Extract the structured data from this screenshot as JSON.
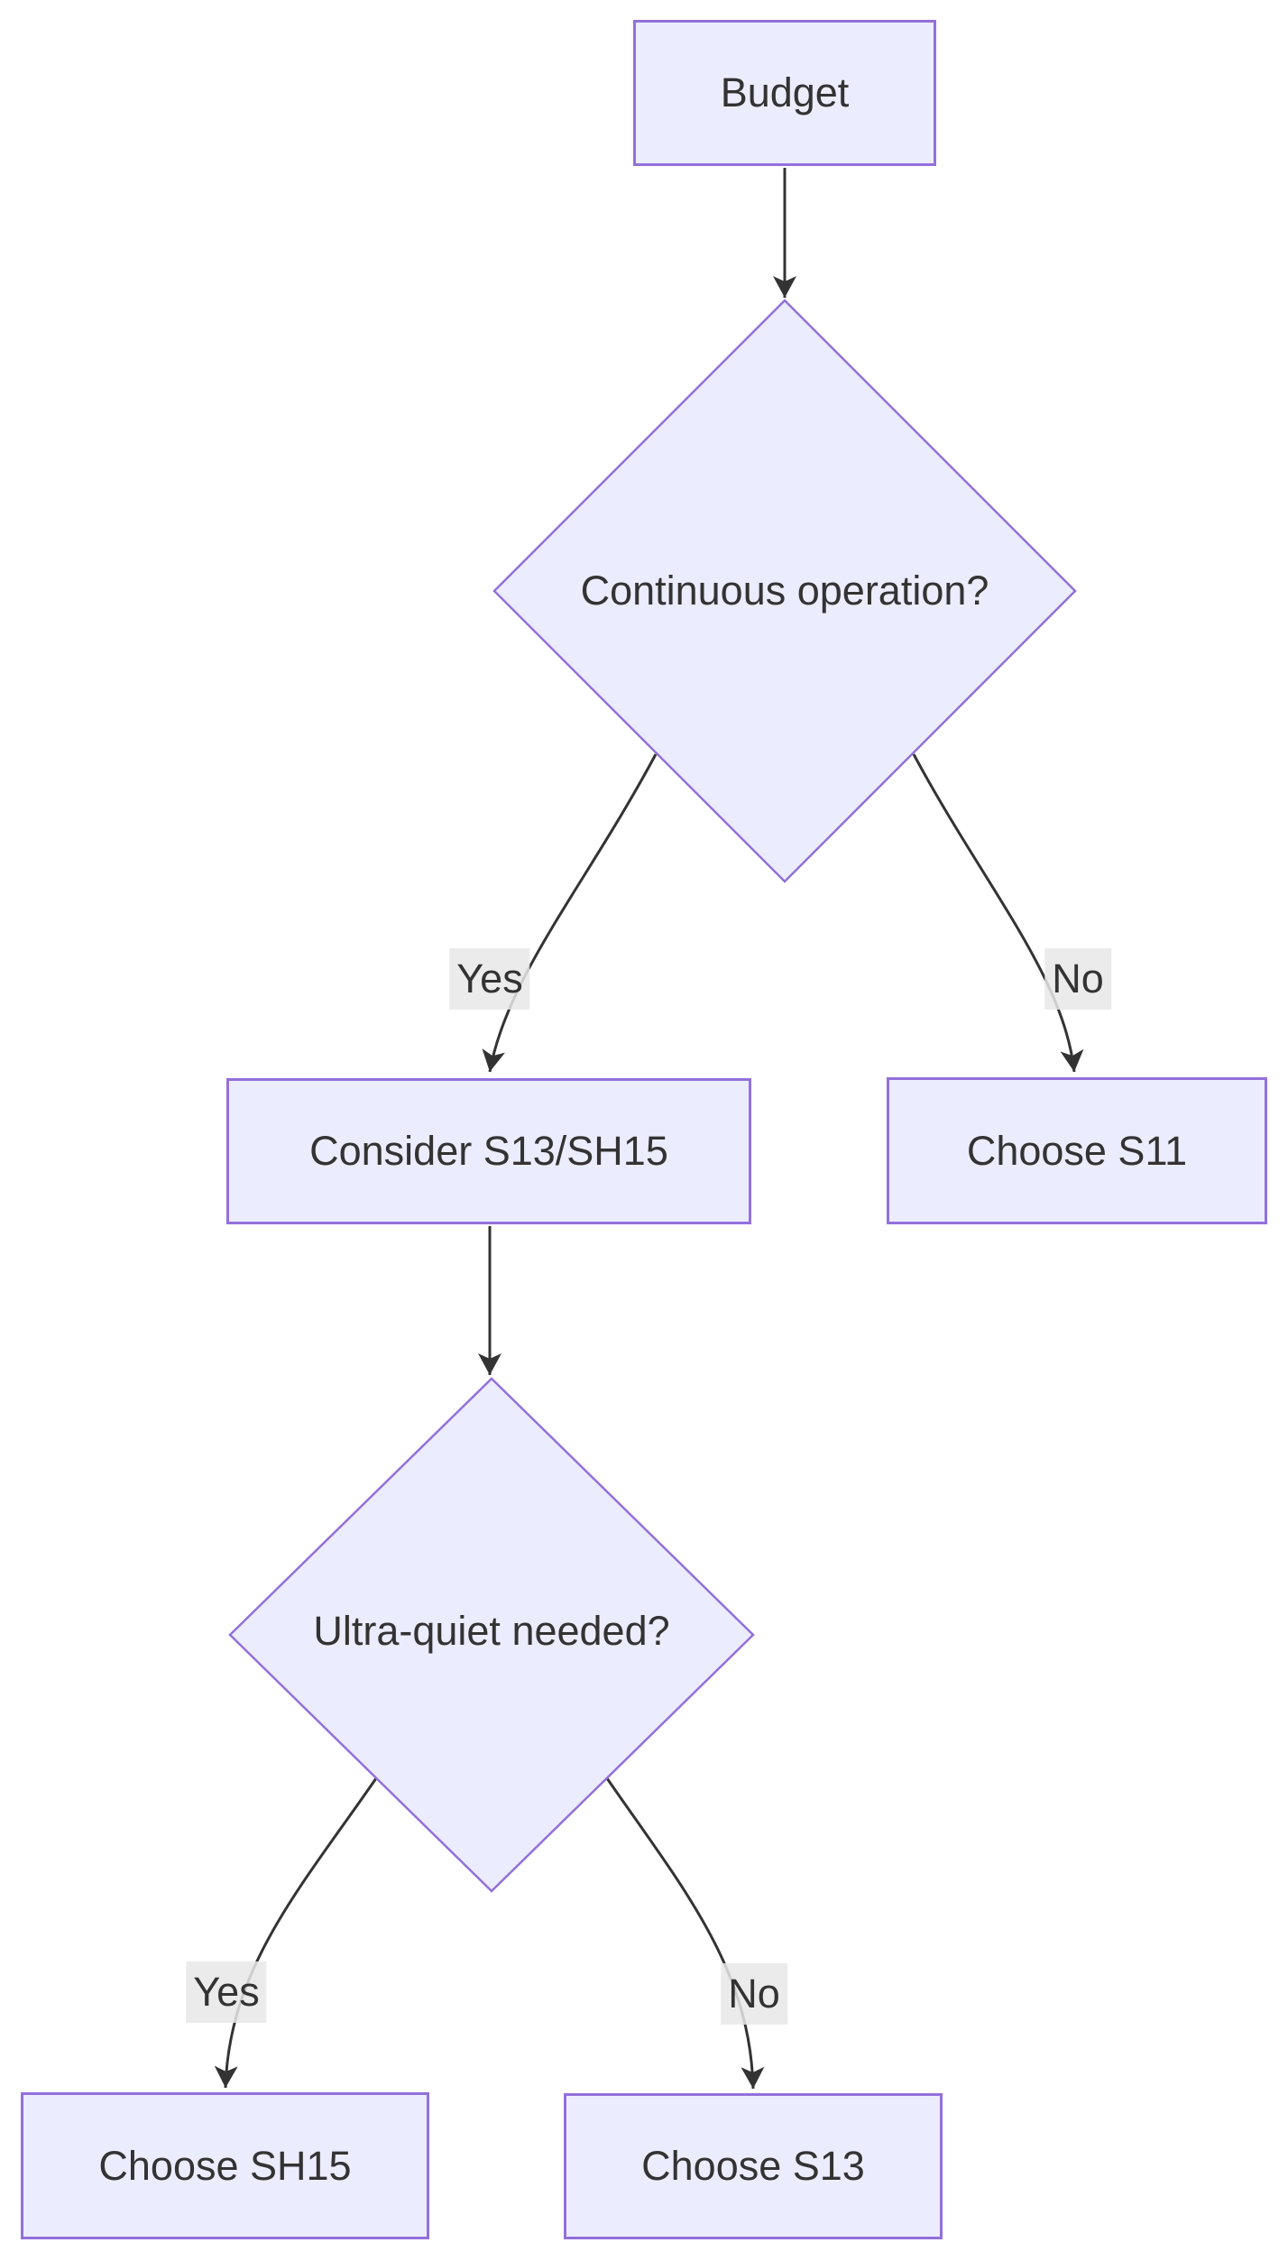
{
  "diagram": {
    "type": "flowchart",
    "direction": "top-down",
    "nodes": {
      "budget": {
        "label": "Budget",
        "shape": "rect"
      },
      "continuous": {
        "label": "Continuous operation?",
        "shape": "diamond"
      },
      "consider": {
        "label": "Consider S13/SH15",
        "shape": "rect"
      },
      "s11": {
        "label": "Choose S11",
        "shape": "rect"
      },
      "ultraquiet": {
        "label": "Ultra-quiet needed?",
        "shape": "diamond"
      },
      "sh15": {
        "label": "Choose SH15",
        "shape": "rect"
      },
      "s13": {
        "label": "Choose S13",
        "shape": "rect"
      }
    },
    "edges": [
      {
        "from": "budget",
        "to": "continuous",
        "label": ""
      },
      {
        "from": "continuous",
        "to": "consider",
        "label": "Yes"
      },
      {
        "from": "continuous",
        "to": "s11",
        "label": "No"
      },
      {
        "from": "consider",
        "to": "ultraquiet",
        "label": ""
      },
      {
        "from": "ultraquiet",
        "to": "sh15",
        "label": "Yes"
      },
      {
        "from": "ultraquiet",
        "to": "s13",
        "label": "No"
      }
    ],
    "colors": {
      "node_fill": "#ECECFF",
      "node_border": "#9370DB",
      "edge_line": "#333333",
      "edge_label_bg": "#e8e8e8",
      "text": "#333333",
      "background": "#ffffff"
    }
  }
}
